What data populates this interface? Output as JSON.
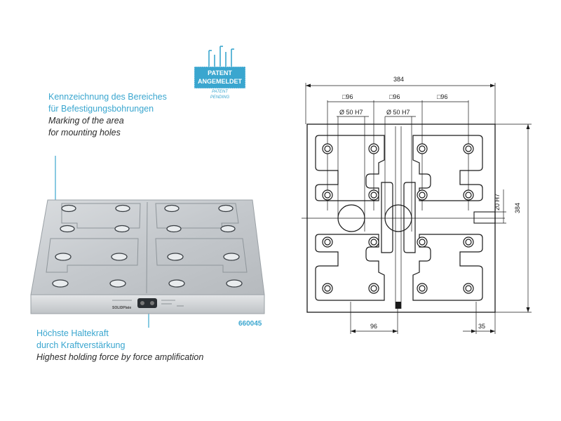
{
  "badge": {
    "line1": "PATENT",
    "line2": "ANGEMELDET",
    "line3": "PATENT",
    "line4": "PENDING"
  },
  "annotations": {
    "marking_de_1": "Kennzeichnung des Bereiches",
    "marking_de_2": "für Befestigungsbohrungen",
    "marking_en_1": "Marking of the area",
    "marking_en_2": "for mounting holes",
    "force_de_1": "Höchste Haltekraft",
    "force_de_2": "durch Kraftverstärkung",
    "force_en": "Highest holding force by force amplification"
  },
  "product": {
    "article_number": "660045",
    "brand_text": "SOLIDPlate"
  },
  "drawing": {
    "width_dim": "384",
    "height_dim": "384",
    "grid_dim_1": "□96",
    "grid_dim_2": "□96",
    "grid_dim_3": "□96",
    "bore_dim_1": "Ø 50 H7",
    "bore_dim_2": "Ø 50 H7",
    "side_dim": "20 H7",
    "bottom_dim": "96",
    "edge_dim": "35"
  },
  "colors": {
    "accent": "#3aa6cf",
    "line": "#1a1a1a",
    "plate": "#c8ccd0"
  }
}
